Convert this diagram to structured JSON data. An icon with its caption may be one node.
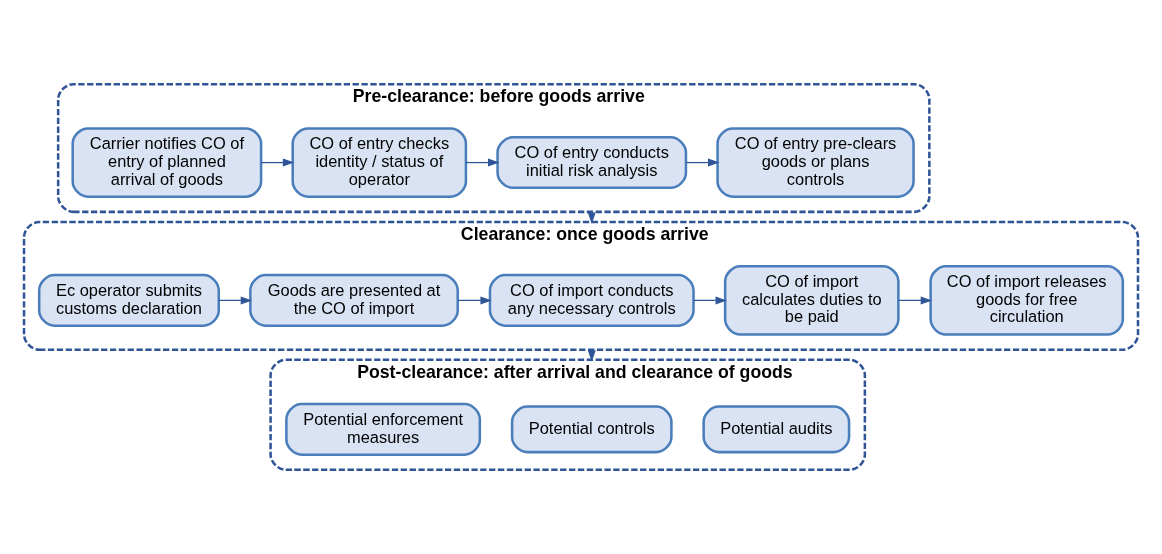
{
  "diagram": {
    "nodes": [
      {
        "text": [
          "Pre-clearance: before goods arrive"
        ]
      },
      {
        "text": [
          "Carrier notifies CO of entry of planned arrival of goods"
        ],
        "in": 0
      },
      {
        "text": [
          "CO of entry checks identity / status of operator"
        ],
        "in": 0
      },
      {
        "text": [
          "CO of entry conducts initial risk analysis"
        ],
        "in": 0
      },
      {
        "text": [
          "CO of entry pre-clears goods or plans controls"
        ],
        "in": 0
      },
      {
        "text": [
          "Clearance: once goods arrive"
        ]
      },
      {
        "text": [
          "Ec operator submits customs declaration"
        ],
        "in": 5
      },
      {
        "text": [
          "Goods are presented at the CO of import"
        ],
        "in": 5
      },
      {
        "text": [
          "CO of import conducts any necessary controls"
        ],
        "in": 5
      },
      {
        "text": [
          "CO of import calculates duties to be paid"
        ],
        "in": 5
      },
      {
        "text": [
          "CO of import releases goods for free circulation"
        ],
        "in": 5
      },
      {
        "text": [
          "Post-clearance: after arrival and clearance of goods"
        ]
      },
      {
        "text": [
          "Potential audits"
        ],
        "in": 11
      },
      {
        "text": [
          "Potential controls"
        ],
        "in": 11
      },
      {
        "text": [
          "Potential enforcement measures"
        ],
        "in": 11
      }
    ],
    "edges": [
      {
        "from": 1,
        "to": 2,
        "arrow": "to"
      },
      {
        "from": 2,
        "to": 3,
        "arrow": "to"
      },
      {
        "from": 3,
        "to": 4,
        "arrow": "to"
      },
      {
        "from": 0,
        "to": 5,
        "arrow": "to"
      },
      {
        "from": 6,
        "to": 7,
        "arrow": "to"
      },
      {
        "from": 7,
        "to": 8,
        "arrow": "to"
      },
      {
        "from": 8,
        "to": 9,
        "arrow": "to"
      },
      {
        "from": 9,
        "to": 10,
        "arrow": "to"
      },
      {
        "from": 5,
        "to": 11,
        "arrow": "to"
      }
    ]
  }
}
